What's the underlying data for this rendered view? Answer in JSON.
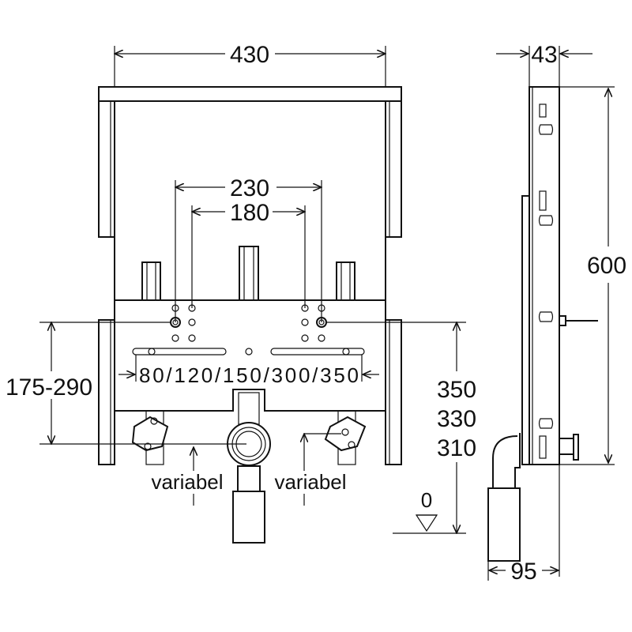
{
  "drawing": {
    "front_view": {
      "width_label": "430",
      "spacing_outer_label": "230",
      "spacing_inner_label": "180",
      "centre_distances_label": "80/120/150/300/350",
      "height_range_label": "175-290",
      "drain_heights": [
        "350",
        "330",
        "310"
      ],
      "variable_left_label": "variabel",
      "variable_right_label": "variabel",
      "floor_level_label": "0"
    },
    "side_view": {
      "depth_label": "43",
      "height_label": "600",
      "overall_depth_label": "95"
    }
  }
}
